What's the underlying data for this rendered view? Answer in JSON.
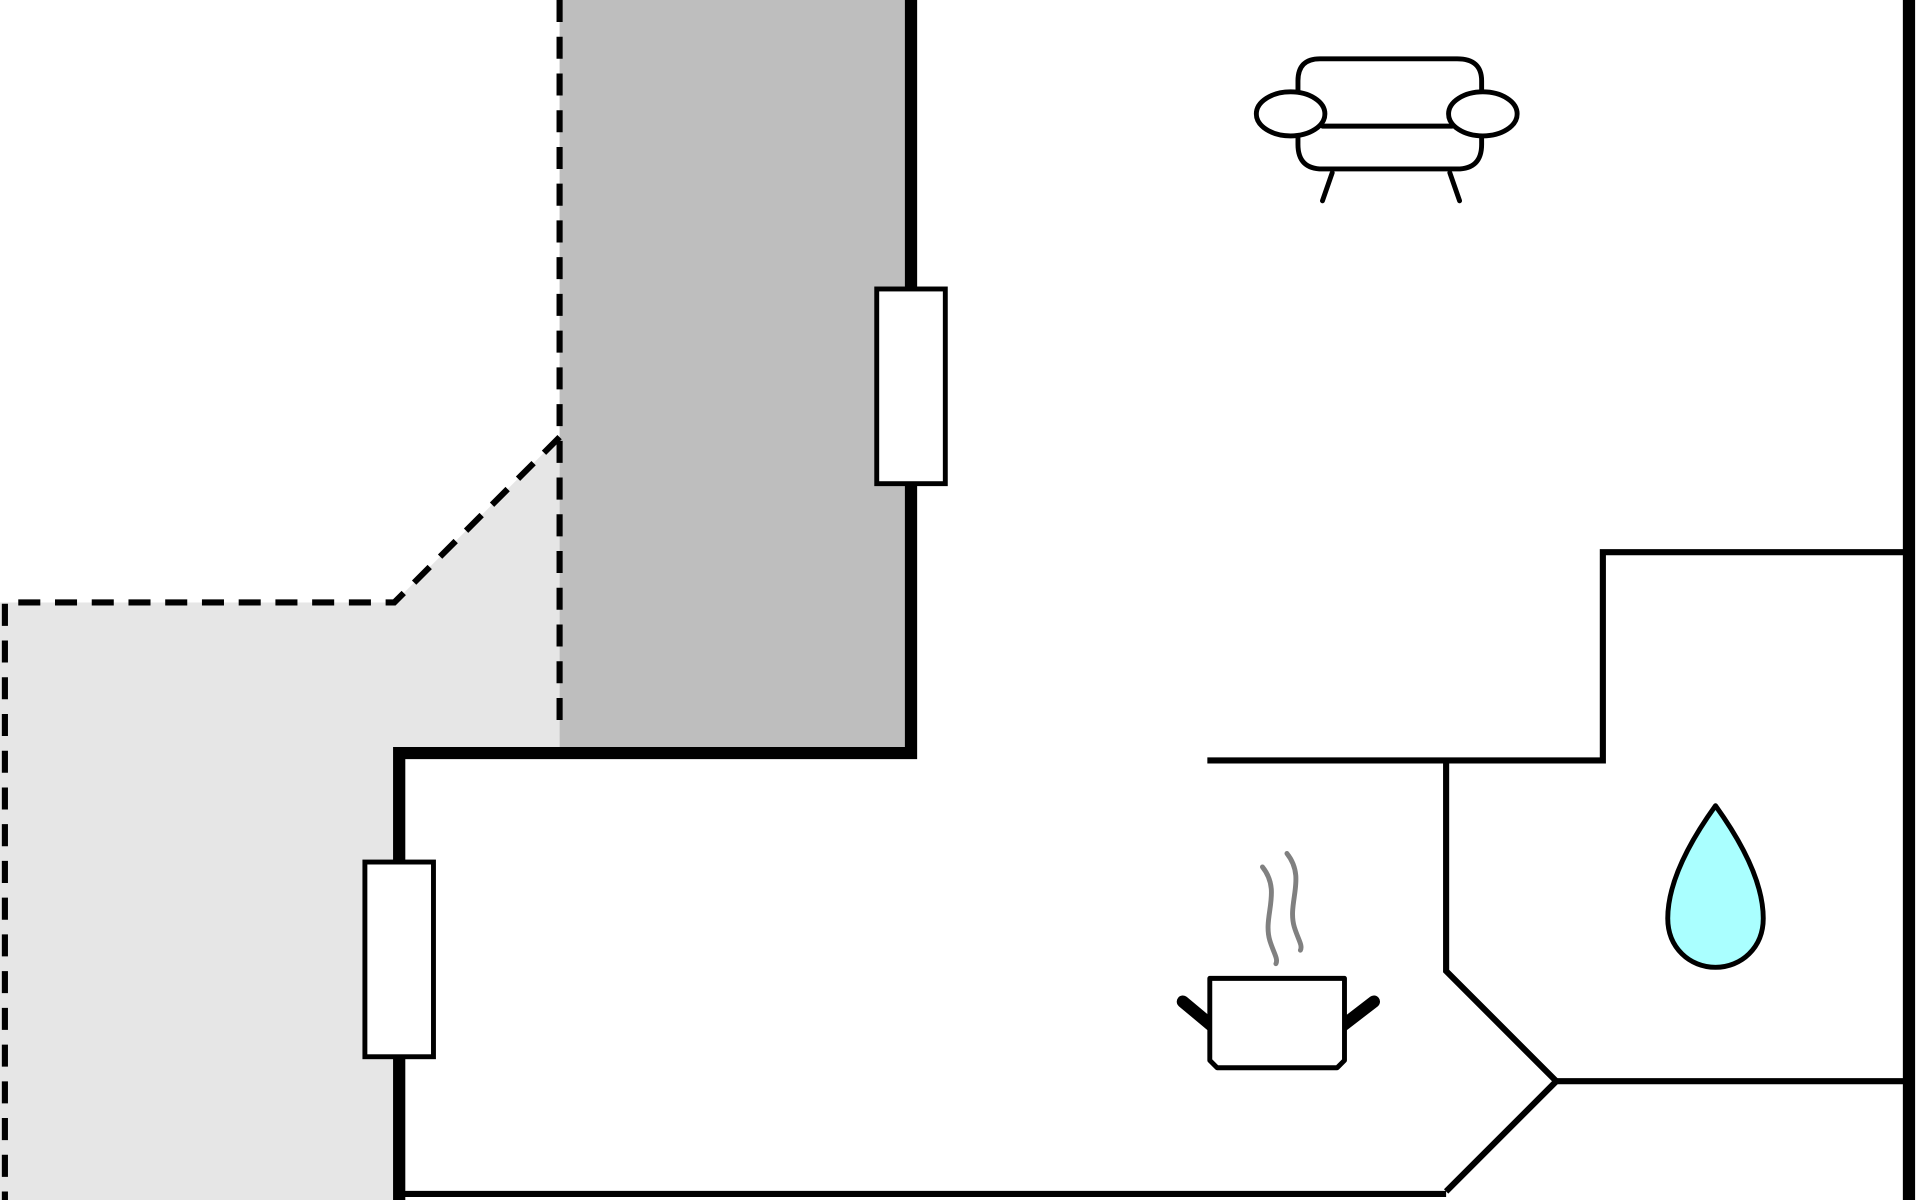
{
  "colors": {
    "background": "#ffffff",
    "wall": "#000000",
    "terrace_light": "#e6e6e6",
    "terrace_dark": "#bebebe",
    "water_drop": "#aaffff",
    "steam": "#808080"
  },
  "rooms": [
    {
      "name": "living-room",
      "icon": "sofa-icon"
    },
    {
      "name": "kitchen",
      "icon": "cooking-pot-icon"
    },
    {
      "name": "bathroom",
      "icon": "water-drop-icon"
    }
  ],
  "areas": [
    {
      "name": "terrace-covered",
      "fill": "terrace_dark"
    },
    {
      "name": "terrace-open",
      "fill": "terrace_light"
    }
  ],
  "windows": [
    "window-upper",
    "window-lower"
  ]
}
